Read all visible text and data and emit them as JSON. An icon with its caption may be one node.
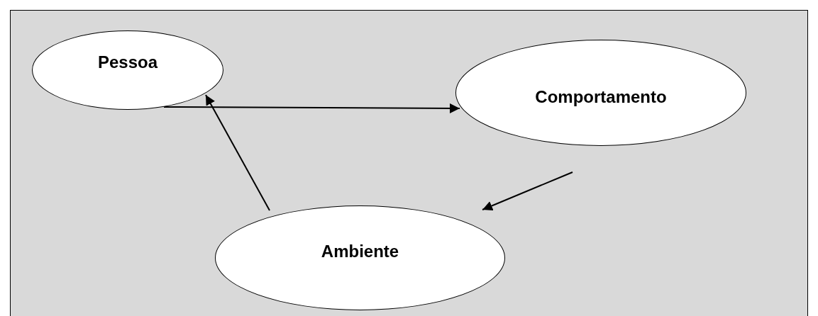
{
  "diagram": {
    "nodes": [
      {
        "text": [
          "Pessoa"
        ]
      },
      {
        "text": [
          "Comportamento"
        ]
      },
      {
        "text": [
          "Ambiente"
        ]
      }
    ],
    "edges": [
      {
        "from": 0,
        "to": 1,
        "arrow": "to"
      },
      {
        "from": 1,
        "to": 2,
        "arrow": "to"
      },
      {
        "from": 2,
        "to": 0,
        "arrow": "to"
      }
    ]
  }
}
